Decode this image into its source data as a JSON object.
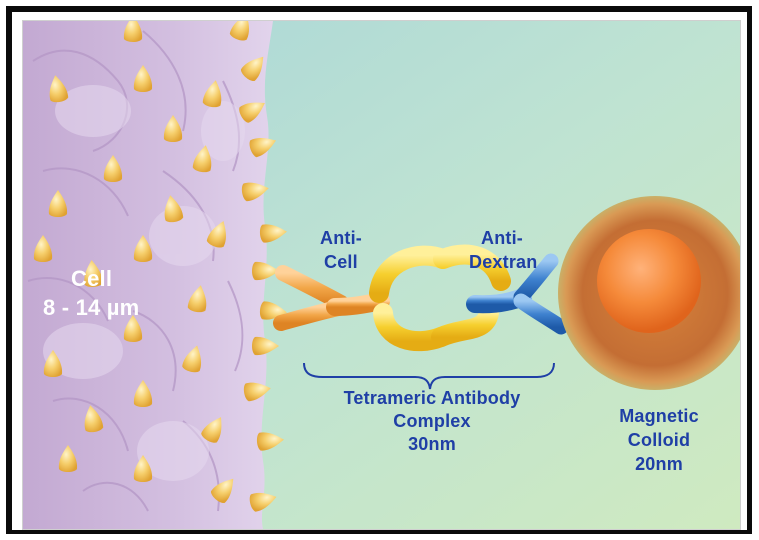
{
  "labels": {
    "cell_name": "Cell",
    "cell_size": "8 - 14 µm",
    "anti_cell_line1": "Anti-",
    "anti_cell_line2": "Cell",
    "anti_dextran_line1": "Anti-",
    "anti_dextran_line2": "Dextran",
    "complex_line1": "Tetrameric Antibody",
    "complex_line2": "Complex",
    "complex_size": "30nm",
    "colloid_line1": "Magnetic",
    "colloid_line2": "Colloid",
    "colloid_size": "20nm"
  },
  "colors": {
    "label_blue": "#1f3fa6",
    "cell_lavender": "#c9b3d6",
    "receptor_gold": "#f2c25a",
    "anti_cell_orange": "#f0a444",
    "linker_yellow": "#f4cc2a",
    "anti_dextran_blue": "#2f74c6",
    "colloid_outer": "#c8733a",
    "colloid_core": "#f07a2a"
  }
}
